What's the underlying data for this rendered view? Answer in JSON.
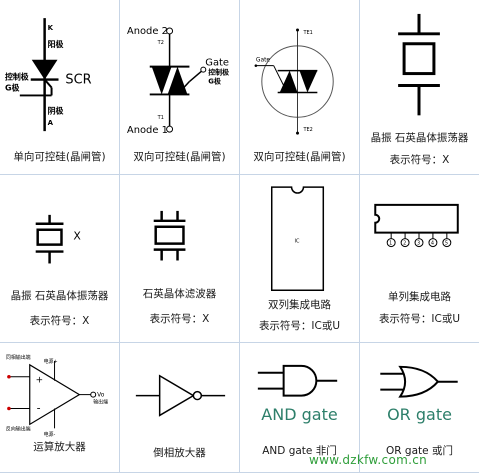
{
  "cells": {
    "scr": {
      "caption": "单向可控硅(晶闸管)",
      "k": "K",
      "anode_cn": "阳极",
      "scr_label": "SCR",
      "gate_cn_1": "控制极",
      "gate_cn_2": "G极",
      "cathode_cn": "阴极",
      "a": "A"
    },
    "triac": {
      "caption": "双向可控硅(晶闸管)",
      "anode2": "Anode 2",
      "t2": "T2",
      "gate": "Gate",
      "gate_cn_1": "控制极",
      "gate_cn_2": "G极",
      "anode1": "Anode 1",
      "t1": "T1"
    },
    "triac2": {
      "caption": "双向可控硅(晶闸管)",
      "gate": "Gate",
      "te1": "TE1",
      "te2": "TE2"
    },
    "crystal1": {
      "caption": "晶振  石英晶体振荡器",
      "symbol_text": "表示符号：X"
    },
    "crystal2": {
      "x_label": "X",
      "caption": "晶振  石英晶体振荡器",
      "symbol_text": "表示符号：X"
    },
    "filter": {
      "caption": "石英晶体滤波器",
      "symbol_text": "表示符号：X"
    },
    "dip": {
      "chip_label": "IC",
      "caption": "双列集成电路",
      "symbol_text": "表示符号：IC或U"
    },
    "sip": {
      "pins": [
        "1",
        "2",
        "3",
        "4",
        "5"
      ],
      "caption": "单列集成电路",
      "symbol_text": "表示符号：IC或U"
    },
    "opamp": {
      "caption": "运算放大器",
      "noninv_in": "同相输出端",
      "vplus": "电源+",
      "vminus": "电源-",
      "inv_in": "反向输出端",
      "vo": "Vo",
      "out_cn": "输出端",
      "plus": "+",
      "minus": "-"
    },
    "inverter": {
      "caption": "倒相放大器"
    },
    "and_gate": {
      "gate_name": "AND gate",
      "caption": "AND gate 非门"
    },
    "or_gate": {
      "gate_name": "OR gate",
      "caption": "OR gate  或门"
    }
  },
  "watermark": {
    "url": "www.dzkfw.com.cn",
    "tail": "或门"
  },
  "colors": {
    "border": "#c7d5e6",
    "gate_text": "#2d7f6a",
    "watermark": "#2f9e3a"
  }
}
